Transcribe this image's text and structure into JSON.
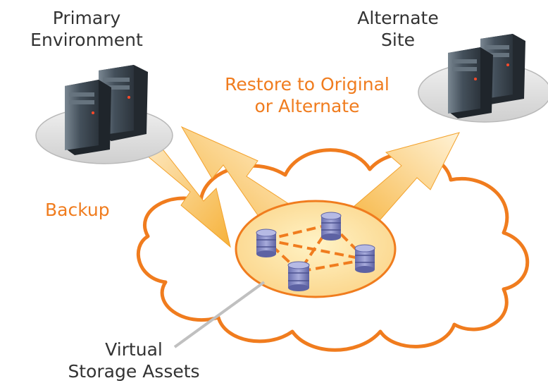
{
  "labels": {
    "primary": "Primary\nEnvironment",
    "alternate": "Alternate\nSite",
    "restore": "Restore to Original\nor Alternate",
    "backup": "Backup",
    "storage": "Virtual\nStorage Assets"
  },
  "colors": {
    "accent_orange": "#f07c1e",
    "arrow_fill_light": "#fde9c4",
    "arrow_fill_dark": "#f6b23a",
    "cloud_fill": "#ffffff",
    "platform_fill": "#dedede",
    "server_body": "#4f5b66",
    "disk_fill": "#8b8fc8"
  },
  "icons": {
    "server": "server-tower-icon",
    "storage": "database-cylinder-icon",
    "cloud": "cloud-shape"
  }
}
